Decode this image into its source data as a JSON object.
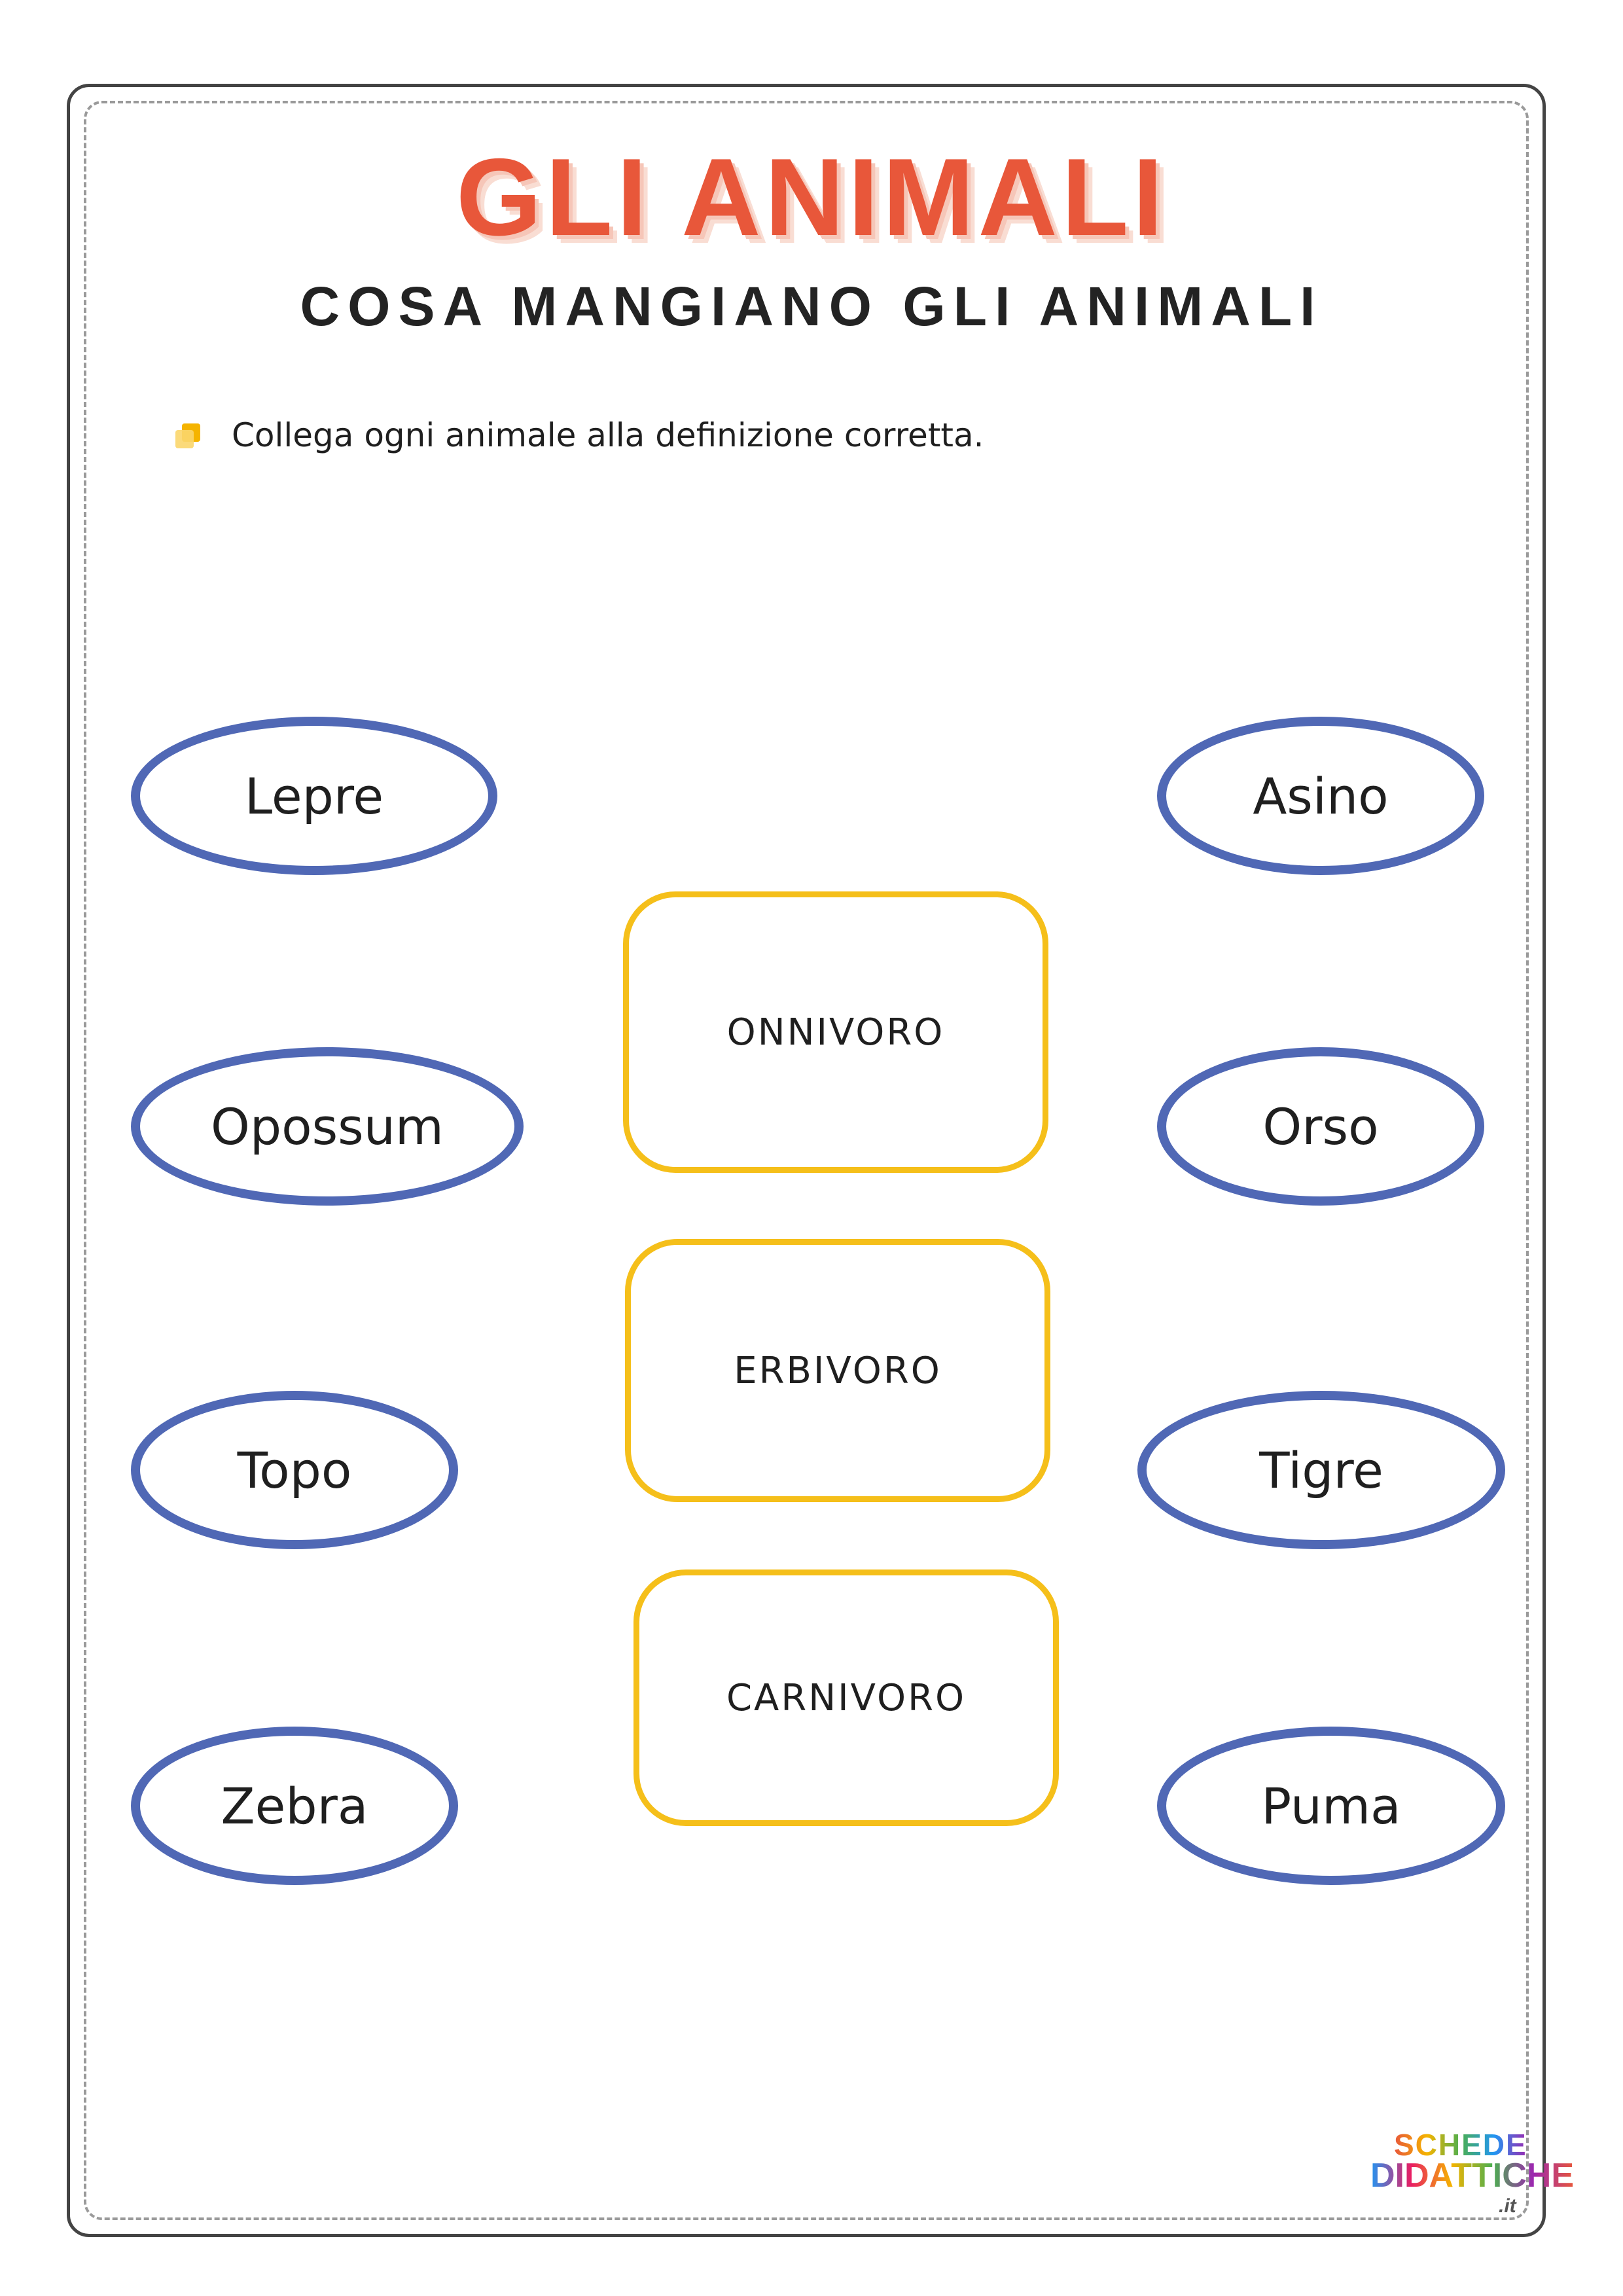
{
  "header": {
    "title": "GLI ANIMALI",
    "subtitle": "COSA MANGIANO GLI ANIMALI"
  },
  "instruction": {
    "icon": "bullet-square-icon",
    "text": "Collega ogni animale alla definizione corretta."
  },
  "animals_left": [
    "Lepre",
    "Opossum",
    "Topo",
    "Zebra"
  ],
  "animals_right": [
    "Asino",
    "Orso",
    "Tigre",
    "Puma"
  ],
  "categories": [
    "ONNIVORO",
    "ERBIVORO",
    "CARNIVORO"
  ],
  "logo": {
    "line1": "SCHEDE",
    "line2": "DIDATTICHE",
    "line3": ".it"
  },
  "colors": {
    "title": "#e8573a",
    "oval_border": "#5068b5",
    "box_border": "#f5bf1a",
    "bullet": "#f5b400"
  }
}
